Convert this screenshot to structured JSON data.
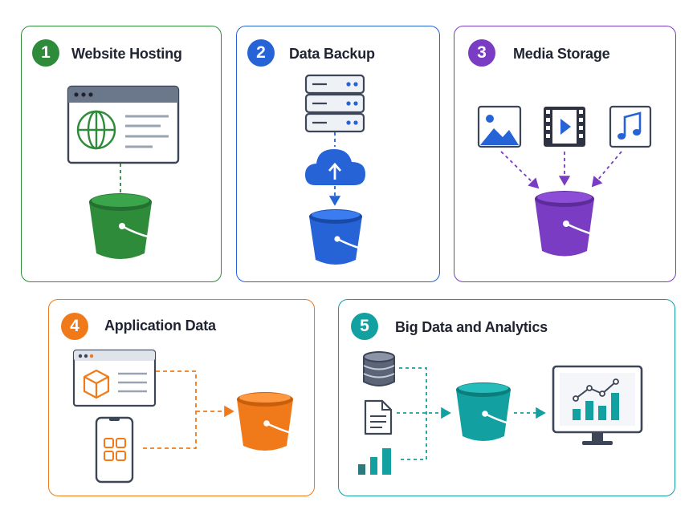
{
  "colors": {
    "website": "#2e8b3a",
    "backup": "#2563d6",
    "media": "#7a3cc2",
    "app": "#f07a1a",
    "bigdata": "#13a0a0",
    "ink": "#3d4656"
  },
  "cards": [
    {
      "number": "1",
      "title": "Website Hosting"
    },
    {
      "number": "2",
      "title": "Data Backup"
    },
    {
      "number": "3",
      "title": "Media Storage"
    },
    {
      "number": "4",
      "title": "Application Data"
    },
    {
      "number": "5",
      "title": "Big Data and Analytics"
    }
  ],
  "icons": {
    "website": [
      "browser-window-icon",
      "globe-icon",
      "s3-bucket-icon"
    ],
    "backup": [
      "server-rack-icon",
      "cloud-upload-icon",
      "s3-bucket-icon"
    ],
    "media": [
      "image-icon",
      "video-icon",
      "music-icon",
      "s3-bucket-icon"
    ],
    "app": [
      "web-app-window-icon",
      "cube-icon",
      "mobile-phone-icon",
      "s3-bucket-icon"
    ],
    "bigdata": [
      "database-icon",
      "document-icon",
      "bar-chart-icon",
      "s3-bucket-icon",
      "analytics-monitor-icon"
    ]
  }
}
